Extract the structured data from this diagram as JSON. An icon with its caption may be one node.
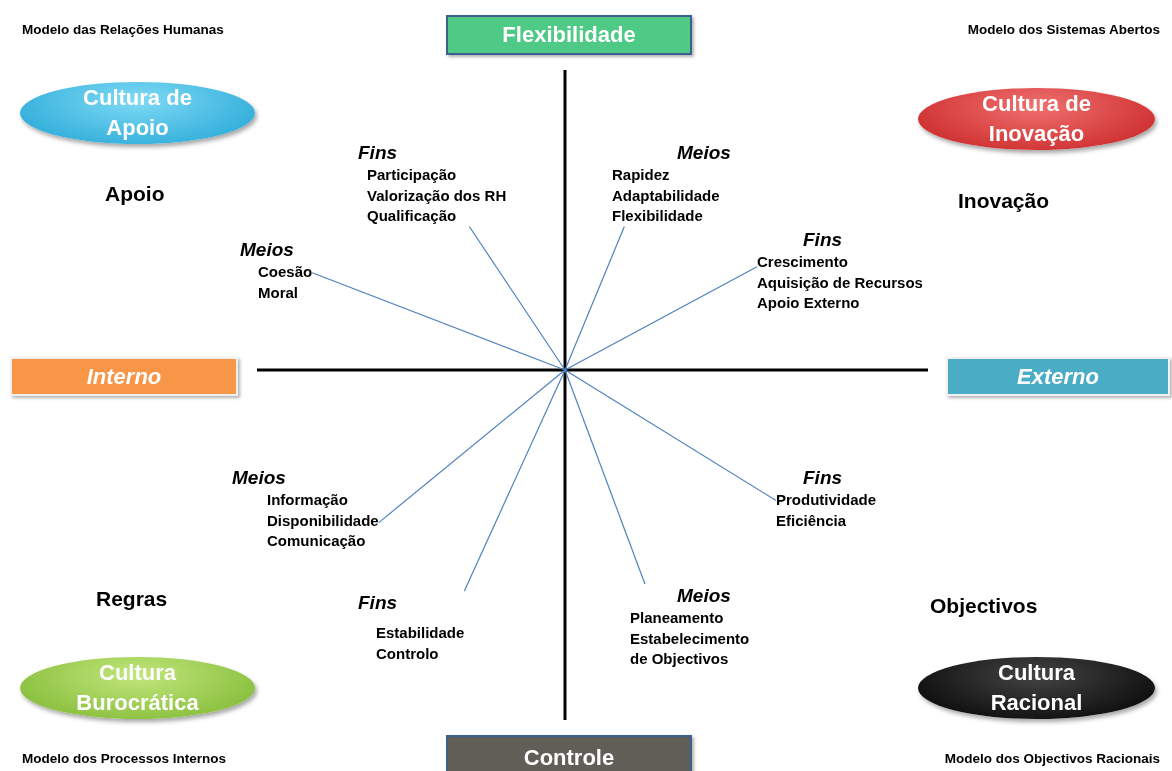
{
  "diagram": {
    "nodes": [
      {
        "text": [
          "Flexibilidade"
        ]
      },
      {
        "text": [
          "Interno"
        ]
      },
      {
        "text": [
          "Externo"
        ]
      },
      {
        "text": [
          "Controle"
        ]
      },
      {
        "text": [
          "Cultura de Apoio"
        ]
      },
      {
        "text": [
          "Cultura de Inovação"
        ]
      },
      {
        "text": [
          "Cultura Burocrática"
        ]
      },
      {
        "text": [
          "Cultura Racional"
        ]
      },
      {
        "text": [
          "Fins",
          "Participação",
          "Valorização dos RH",
          "Qualificação"
        ]
      },
      {
        "text": [
          "Meios",
          "Rapidez",
          "Adaptabilidade",
          "Flexibilidade"
        ]
      },
      {
        "text": [
          "Meios",
          "Coesão",
          "Moral"
        ]
      },
      {
        "text": [
          "Fins",
          "Crescimento",
          "Aquisição de Recursos",
          "Apoio Externo"
        ]
      },
      {
        "text": [
          "Meios",
          "Informação",
          "Disponibilidade",
          "Comunicação"
        ]
      },
      {
        "text": [
          "Fins",
          "Produtividade",
          "Eficiência"
        ]
      },
      {
        "text": [
          "Fins",
          "Estabilidade",
          "Controlo"
        ]
      },
      {
        "text": [
          "Meios",
          "Planeamento",
          "Estabelecimento",
          "de Objectivos"
        ]
      }
    ],
    "edges": [
      {
        "from": null,
        "to": 8,
        "arrow": "none"
      },
      {
        "from": null,
        "to": 9,
        "arrow": "none"
      },
      {
        "from": null,
        "to": 10,
        "arrow": "none"
      },
      {
        "from": null,
        "to": 11,
        "arrow": "none"
      },
      {
        "from": null,
        "to": 12,
        "arrow": "none"
      },
      {
        "from": null,
        "to": 13,
        "arrow": "none"
      },
      {
        "from": null,
        "to": 14,
        "arrow": "none"
      },
      {
        "from": null,
        "to": 15,
        "arrow": "none"
      }
    ],
    "labels": [
      "Modelo das Relações Humanas",
      "Modelo dos Sistemas Abertos",
      "Apoio",
      "Inovação",
      "Regras",
      "Objectivos",
      "Modelo dos Processos Internos",
      "Modelo dos Objectivos Racionais"
    ]
  }
}
